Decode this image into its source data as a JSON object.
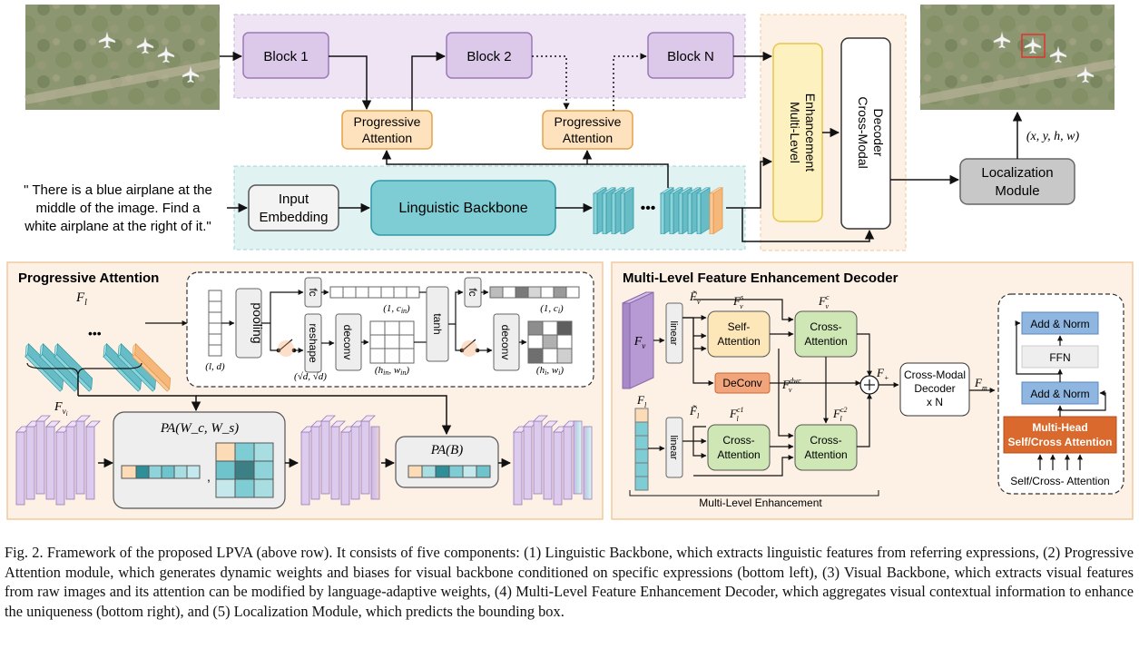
{
  "top": {
    "blocks": [
      "Block 1",
      "Block 2",
      "Block N"
    ],
    "progressive_attention": [
      "Progressive",
      "Attention"
    ],
    "expression": [
      "\" There is a blue airplane at the",
      "middle of the image. Find a",
      "white airplane at the right of it.\""
    ],
    "input_embedding": [
      "Input",
      "Embedding"
    ],
    "linguistic_backbone": "Linguistic Backbone",
    "mle": [
      "Multi-Level",
      "Enhancement"
    ],
    "cmd": [
      "Cross-Modal",
      "Decoder"
    ],
    "localization": [
      "Localization",
      "Module"
    ],
    "bbox_output": "(x, y, h, w)"
  },
  "pa_panel": {
    "title": "Progressive Attention",
    "f_l": "F_l",
    "pooling": "pooling",
    "fc": "fc",
    "reshape": "reshape",
    "deconv": "deconv",
    "tanh": "tanh",
    "dim_ld": "(l, d)",
    "dim_1cin": "(1, c_in)",
    "dim_sqrt": "(√d, √d)",
    "dim_hin": "(h_in, w_in)",
    "dim_1ci": "(1, c_i)",
    "dim_hi": "(h_i, w_i)",
    "f_vi": "F_vi",
    "pa_wcws": "PA(W_c, W_s)",
    "pa_b": "PA(B)"
  },
  "mlfe_panel": {
    "title": "Multi-Level Feature Enhancement Decoder",
    "f_v": "F_v",
    "f_v_tilde": "F̃_v",
    "f_l": "F_l",
    "f_l_tilde": "F̃_l",
    "linear": "linear",
    "self_attention": [
      "Self-",
      "Attention"
    ],
    "cross_attention": [
      "Cross-",
      "Attention"
    ],
    "deconv": "DeConv",
    "f_v_s": "F_v^s",
    "f_v_c": "F_v^c",
    "f_v_dec": "F_v^dec",
    "f_l_c1": "F_l^c1",
    "f_l_c2": "F_l^c2",
    "f_plus": "F_+",
    "f_m": "F_m",
    "cmd_xn": [
      "Cross-Modal",
      "Decoder",
      "x N"
    ],
    "add_norm": "Add & Norm",
    "ffn": "FFN",
    "mha": [
      "Multi-Head",
      "Self/Cross Attention"
    ],
    "self_cross_attention": "Self/Cross- Attention",
    "multi_level_enhancement": "Multi-Level Enhancement"
  },
  "caption": "Fig. 2.  Framework of the proposed LPVA (above row). It consists of five components: (1) Linguistic Backbone, which extracts linguistic features from referring expressions, (2) Progressive Attention module, which generates dynamic weights and biases for visual backbone conditioned on specific expressions (bottom left), (3) Visual Backbone, which extracts visual features from raw images and its attention can be modified by language-adaptive weights, (4) Multi-Level Feature Enhancement Decoder, which aggregates visual contextual information to enhance the uniqueness (bottom right), and (5) Localization Module, which predicts the bounding box.",
  "colors": {
    "block_fill": "#dcc9ea",
    "block_stroke": "#9b78b8",
    "pa_fill": "#fde2bd",
    "pa_stroke": "#e3a248",
    "teal_fill": "#7fcdd4",
    "teal_stroke": "#2f9aa6",
    "mle_fill": "#fdf2bf",
    "mle_stroke": "#e7c64a",
    "green": "#cfe6b5",
    "blue_norm": "#8eb6e0",
    "orange_mha": "#d9692c"
  },
  "icons": [
    "aerial-image-input",
    "aerial-image-output",
    "bounding-box",
    "switch-icon",
    "plus-circle-icon"
  ]
}
